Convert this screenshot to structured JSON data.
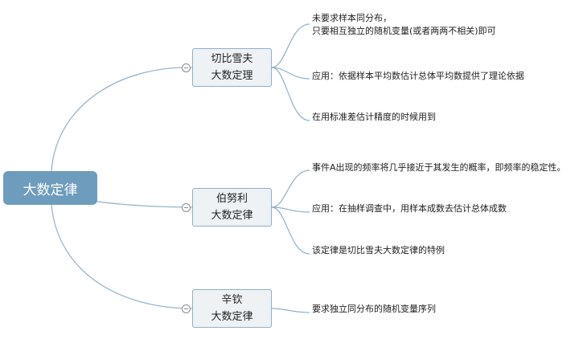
{
  "root": {
    "label": "大数定律"
  },
  "branches": [
    {
      "line1": "切比雪夫",
      "line2": "大数定理",
      "leaves": [
        {
          "lines": [
            "未要求样本同分布，",
            "只要相互独立的随机变量(或者两两不相关)即可"
          ]
        },
        {
          "lines": [
            "应用：依据样本平均数估计总体平均数提供了理论依据"
          ]
        },
        {
          "lines": [
            "在用标准差估计精度的时候用到"
          ]
        }
      ]
    },
    {
      "line1": "伯努利",
      "line2": "大数定律",
      "leaves": [
        {
          "lines": [
            "事件A出现的频率将几乎接近于其发生的概率，即频率的稳定性。"
          ]
        },
        {
          "lines": [
            "应用：在抽样调查中，用样本成数去估计总体成数"
          ]
        },
        {
          "lines": [
            "该定律是切比雪夫大数定律的特例"
          ]
        }
      ]
    },
    {
      "line1": "辛钦",
      "line2": "大数定律",
      "leaves": [
        {
          "lines": [
            "要求独立同分布的随机变量序列"
          ]
        }
      ]
    }
  ],
  "colors": {
    "root_fill": "#6e9cbc",
    "branch_fill": "#eef2f5",
    "branch_border": "#8fb0c8",
    "connector": "#8fb0c8"
  }
}
